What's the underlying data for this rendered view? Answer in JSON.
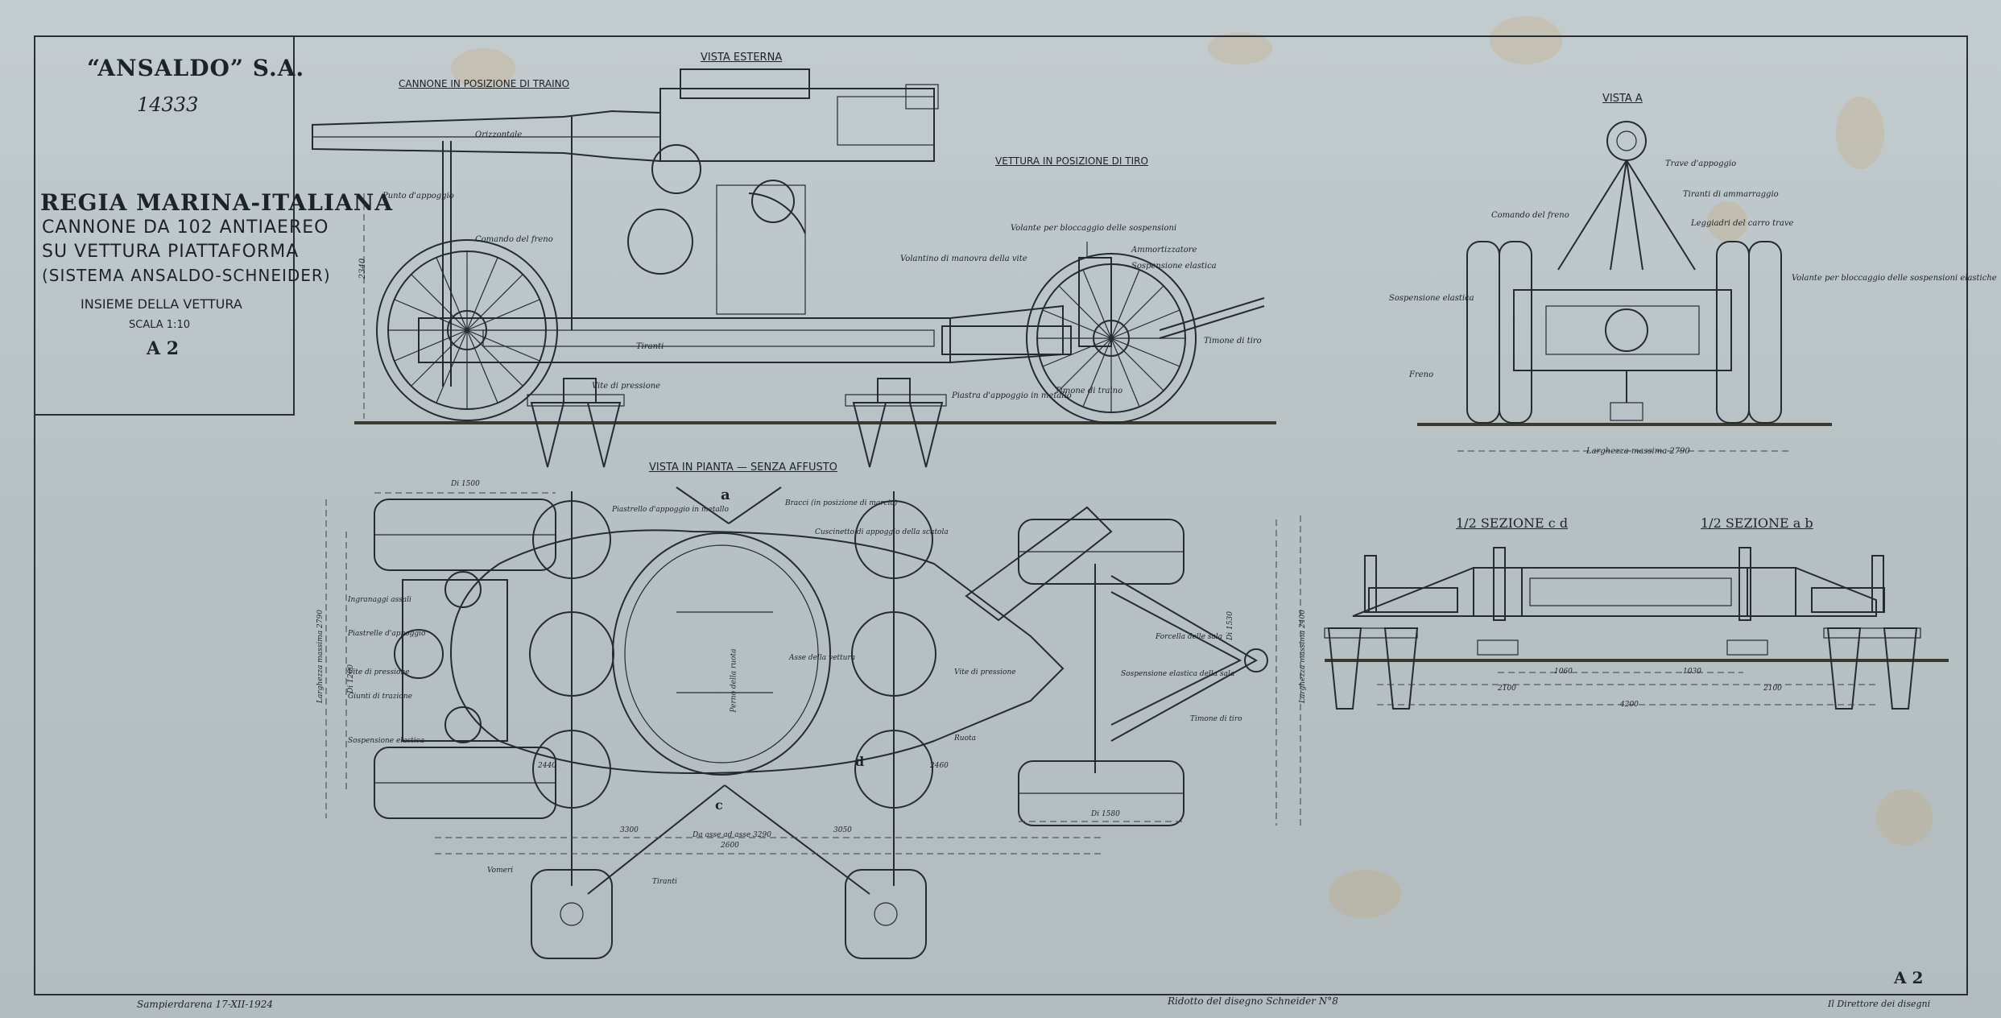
{
  "title_block": {
    "company": "“ANSALDO” S.A.",
    "drawing_number": "14333",
    "line1": "REGIA MARINA-ITALIANA",
    "line2": "CANNONE DA 102 ANTIAEREO",
    "line3": "SU VETTURA PIATTAFORMA",
    "line4": "(SISTEMA ANSALDO-SCHNEIDER)",
    "line5": "INSIEME DELLA VETTURA",
    "scale": "SCALA 1:10",
    "sheet": "A 2"
  },
  "views": {
    "vista_esterna": "VISTA ESTERNA",
    "traino": "CANNONE IN POSIZIONE DI TRAINO",
    "tiro": "VETTURA IN POSIZIONE DI TIRO",
    "vista_a": "VISTA A",
    "pianta": "VISTA IN PIANTA — SENZA AFFUSTO",
    "sez_cd": "1/2 SEZIONE c d",
    "sez_ab": "1/2 SEZIONE a b"
  },
  "side_labels": [
    "Orizzontale",
    "Punto d'appoggio",
    "Comando del freno",
    "Tiranti",
    "Vite di pressione",
    "Volantino di manovra della vite",
    "Volante per bloccaggio delle sospensioni",
    "Ammortizzatore",
    "Sospensione elastica",
    "Timone di tiro",
    "Timone di traino",
    "Piastra d'appoggio in metallo",
    "2340"
  ],
  "vista_a_labels": [
    "Trave d'appoggio",
    "Tiranti di ammarraggio",
    "Comando del freno",
    "Leggiadri del carro trave",
    "Sospensione elastica",
    "Volante per bloccaggio delle sospensioni elastiche",
    "Freno",
    "Larghezza massima 2790"
  ],
  "plan_labels": [
    "Piastrello d'appoggio in metallo",
    "Bracci (in posizione di marcia)",
    "Cuscinetto di appoggio della scatola",
    "Ingranaggi assali",
    "Piastrelle d'appoggio",
    "Vite di pressione",
    "Giunti di trazione",
    "Sospensione elastica",
    "Perno della ruota",
    "Asse della vettura",
    "Vite di pressione",
    "Forcella delle sala",
    "Sospensione elastica della sala",
    "Timone di tiro",
    "Ruota",
    "Vomeri",
    "Tiranti",
    "Larghezza massima 2790",
    "Larghezza massima 2400",
    "Di 1500",
    "Di 1530",
    "Di 1200",
    "Di 1580",
    "2440",
    "2460",
    "3300",
    "3050",
    "2600",
    "Da asse ad asse 3290",
    "a",
    "c",
    "d"
  ],
  "section_dims": [
    "1060",
    "1030",
    "2100",
    "2100",
    "4200"
  ],
  "footer": {
    "date": "Sampierdarena 17-XII-1924",
    "ref": "Ridotto del disegno Schneider N°8",
    "sheet": "A 2",
    "signature": "Il Direttore dei disegni"
  }
}
